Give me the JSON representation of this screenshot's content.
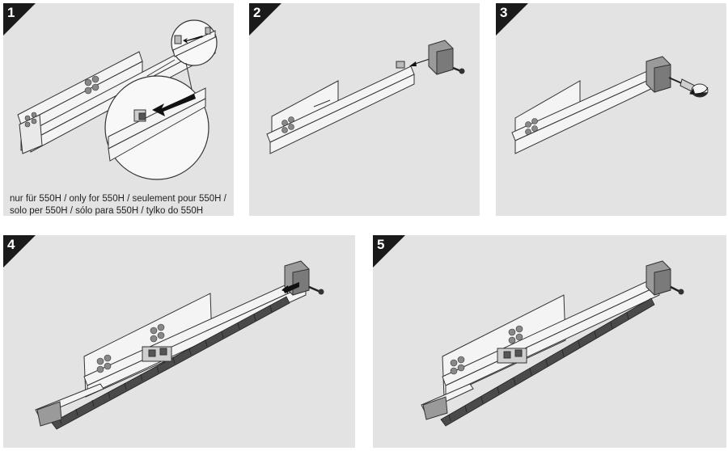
{
  "steps": [
    {
      "number": "1"
    },
    {
      "number": "2"
    },
    {
      "number": "3"
    },
    {
      "number": "4"
    },
    {
      "number": "5"
    }
  ],
  "caption": {
    "line1": "nur für 550H / only for 550H / seulement pour 550H /",
    "line2": "solo per 550H / sólo para 550H / tylko do 550H"
  },
  "colors": {
    "panel_bg": "#e3e3e3",
    "badge": "#1a1a1a",
    "line": "#333333",
    "part_fill": "#f4f4f4",
    "bracket_fill": "#9a9a9a",
    "rack_fill": "#4a4a4a"
  }
}
